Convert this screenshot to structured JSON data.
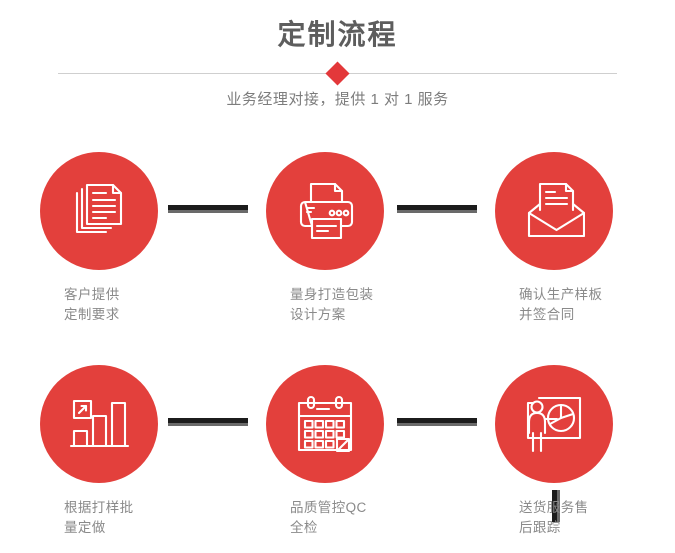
{
  "header": {
    "title": "定制流程",
    "subtitle": "业务经理对接，提供 1 对 1 服务",
    "diamond_color": "#e3383a",
    "divider_color": "#cfcfcf",
    "title_color": "#5d5d5d",
    "subtitle_color": "#7d7d7d"
  },
  "theme": {
    "accent_red": "#e3403c",
    "connector_dark": "#1c1c1c",
    "connector_gray": "#6a6a6a",
    "caption_color": "#8a8a8a",
    "background": "#ffffff"
  },
  "flow": {
    "rows": [
      {
        "steps": [
          {
            "icon": "documents-stack-icon",
            "caption_line1": "客户提供",
            "caption_line2": "定制要求"
          },
          {
            "icon": "printer-icon",
            "caption_line1": "量身打造包装",
            "caption_line2": "设计方案"
          },
          {
            "icon": "envelope-letter-icon",
            "caption_line1": "确认生产样板",
            "caption_line2": "并签合同"
          }
        ]
      },
      {
        "steps": [
          {
            "icon": "bar-chart-growth-icon",
            "caption_line1": "根据打样批",
            "caption_line2": "量定做"
          },
          {
            "icon": "calendar-icon",
            "caption_line1": "品质管控QC",
            "caption_line2": "全检"
          },
          {
            "icon": "presenter-pie-chart-icon",
            "caption_line1": "送货服务售",
            "caption_line2": "后跟踪"
          }
        ]
      }
    ]
  }
}
